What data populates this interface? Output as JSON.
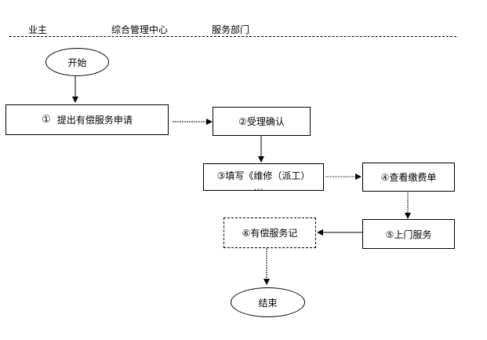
{
  "lanes": [
    "业主",
    "综合管理中心",
    "服务部门"
  ],
  "nodes": {
    "start": "开始",
    "step1_num": "①",
    "step1": "提出有偿服务申请",
    "step2": "②受理确认",
    "step3": "③填写《维修（派工）",
    "step3_overflow": "、、。",
    "step4": "④查看缴费单",
    "step5": "⑤上门服务",
    "step6": "⑥有偿服务记",
    "end": "结束"
  },
  "colors": {
    "line": "#000000",
    "background": "#ffffff"
  }
}
